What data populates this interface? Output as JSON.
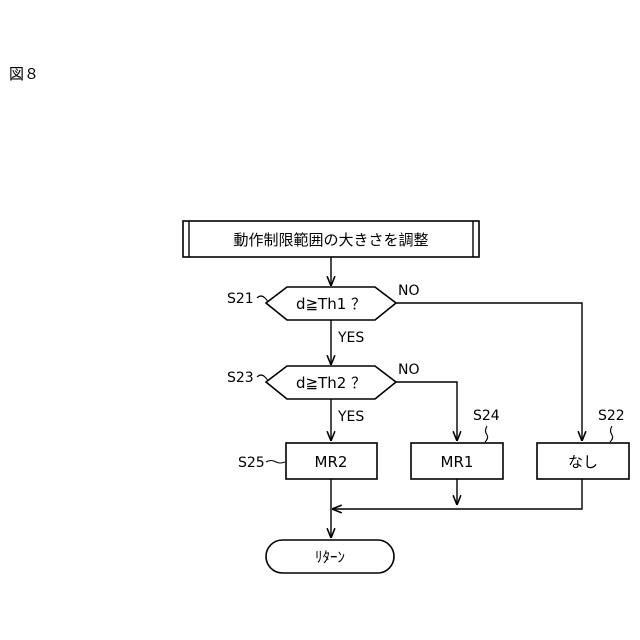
{
  "figure_label": "図８",
  "nodes": {
    "start": "動作制限範囲の大きさを調整",
    "decision1": "d≧Th1 ？",
    "decision2": "d≧Th2 ？",
    "mr2": "MR2",
    "mr1": "MR1",
    "none": "なし",
    "end": "ﾘﾀｰﾝ"
  },
  "steps": {
    "s21": "S21",
    "s23": "S23",
    "s25": "S25",
    "s24": "S24",
    "s22": "S22"
  },
  "branches": {
    "d1_yes": "YES",
    "d1_no": "NO",
    "d2_yes": "YES",
    "d2_no": "NO"
  }
}
